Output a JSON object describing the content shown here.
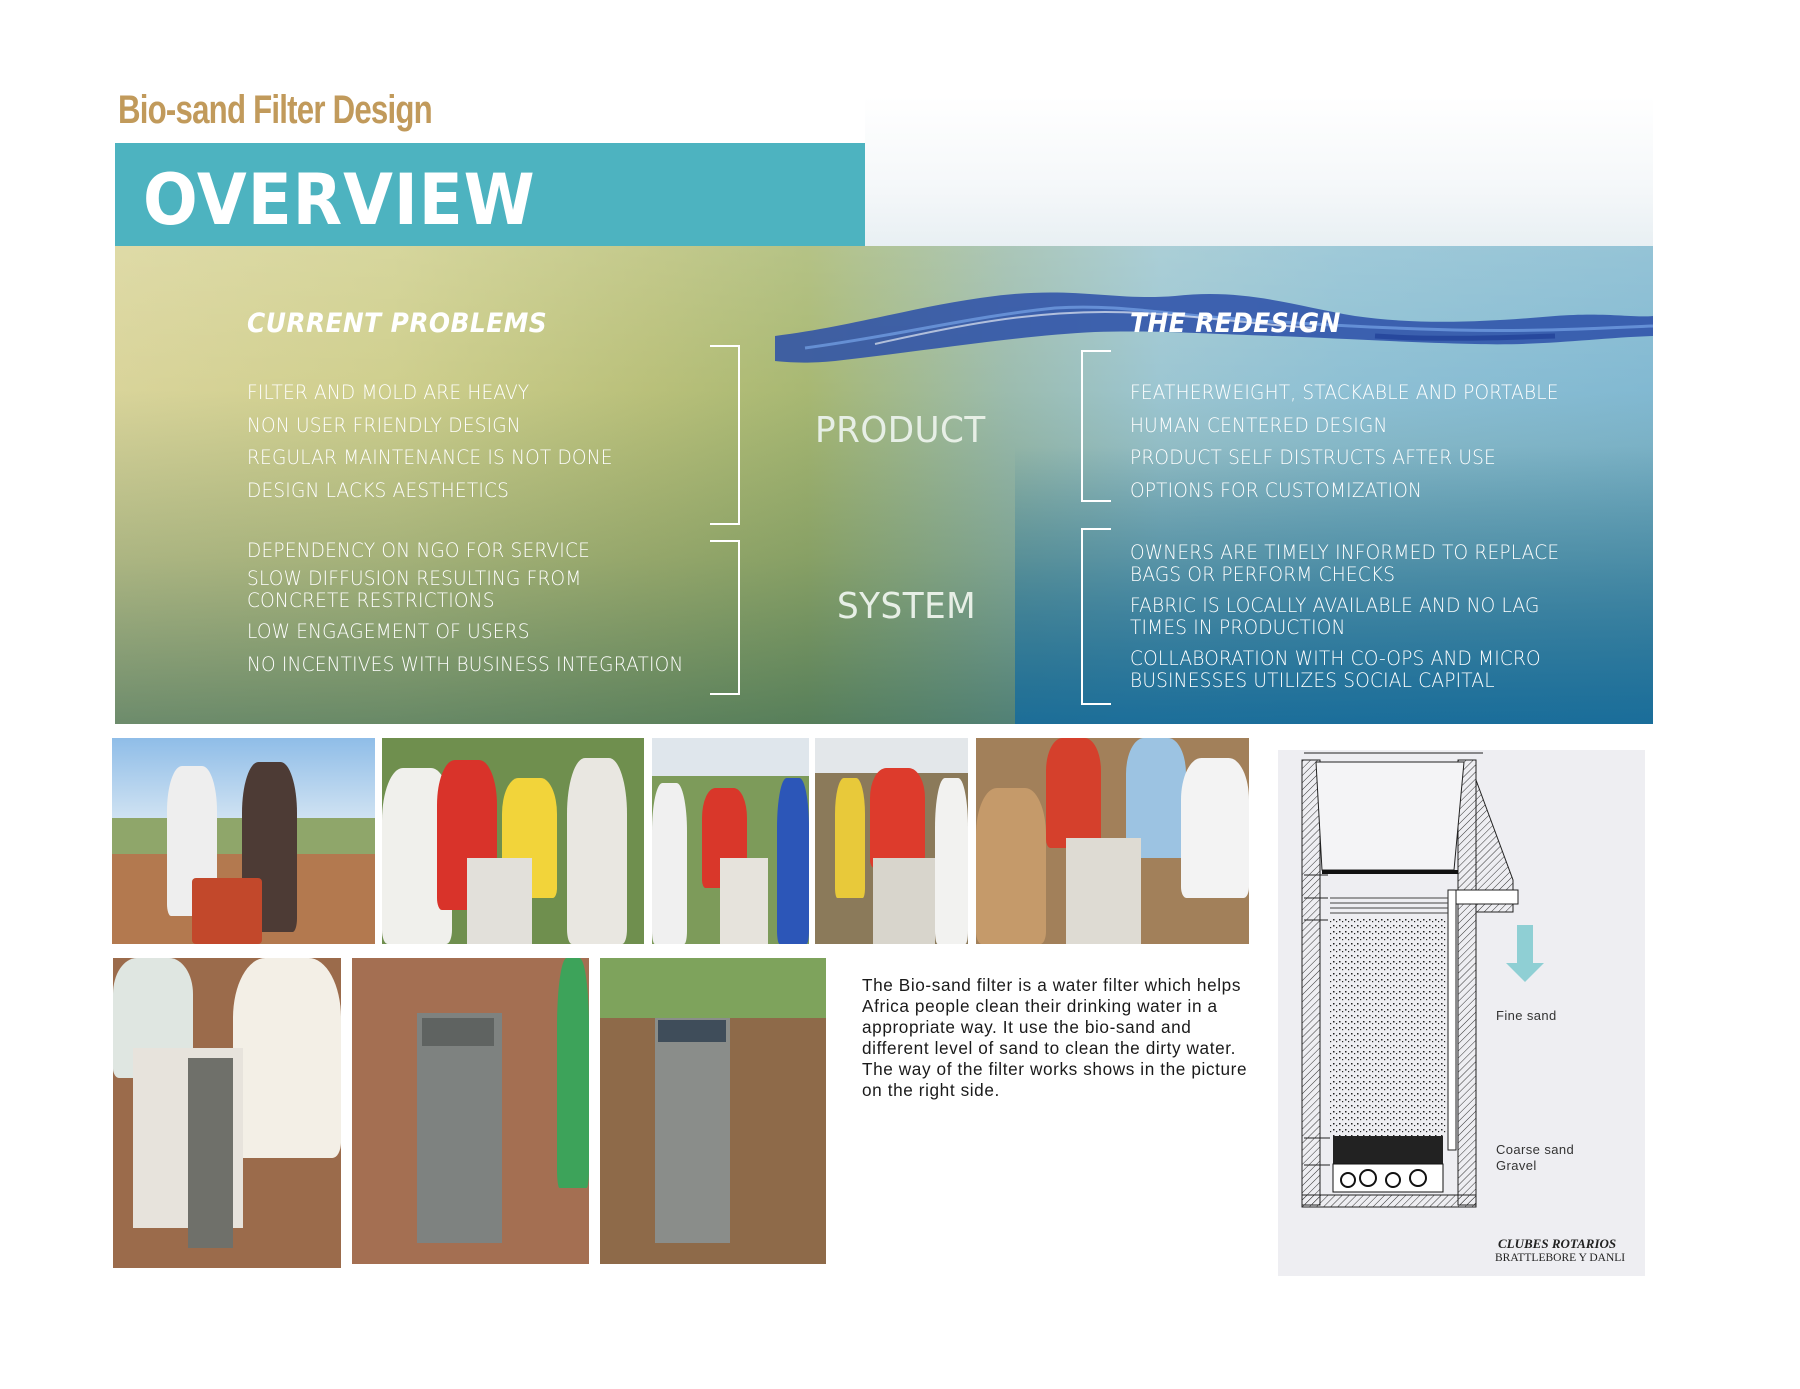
{
  "document": {
    "title": "Bio-sand Filter Design",
    "section_title": "OVERVIEW"
  },
  "current_problems": {
    "heading": "CURRENT PROBLEMS",
    "product_items": [
      "FILTER AND MOLD ARE HEAVY",
      "NON USER FRIENDLY DESIGN",
      "REGULAR MAINTENANCE IS NOT DONE",
      "DESIGN LACKS AESTHETICS"
    ],
    "system_items": [
      "DEPENDENCY ON NGO FOR SERVICE",
      "SLOW DIFFUSION RESULTING FROM CONCRETE RESTRICTIONS",
      "LOW ENGAGEMENT OF USERS",
      "NO INCENTIVES WITH BUSINESS INTEGRATION"
    ]
  },
  "categories": {
    "product": "PRODUCT",
    "system": "SYSTEM"
  },
  "redesign": {
    "heading": "THE REDESIGN",
    "product_items": [
      "FEATHERWEIGHT, STACKABLE AND PORTABLE",
      "HUMAN CENTERED DESIGN",
      "PRODUCT SELF DISTRUCTS AFTER USE",
      "OPTIONS FOR CUSTOMIZATION"
    ],
    "system_items": [
      "OWNERS ARE TIMELY INFORMED TO REPLACE BAGS OR PERFORM CHECKS",
      "FABRIC IS LOCALLY AVAILABLE AND NO LAG TIMES IN PRODUCTION",
      "COLLABORATION WITH CO-OPS AND MICRO BUSINESSES UTILIZES SOCIAL CAPITAL"
    ]
  },
  "description": "The Bio-sand filter is a water filter which helps Africa people clean their drinking water in a appropriate way.  It use the bio-sand and different level of sand to clean the dirty water.  The way of the filter works shows in the picture on the right side.",
  "diagram": {
    "labels": {
      "fine_sand": "Fine sand",
      "coarse_sand": "Coarse sand",
      "gravel": "Gravel"
    },
    "credit_line1": "CLUBES ROTARIOS",
    "credit_line2": "BRATTLEBORE Y DANLI"
  },
  "colors": {
    "title_gold": "#c19a5b",
    "overview_band": "#4db3c0",
    "arrow_teal": "#8fcfd4"
  }
}
